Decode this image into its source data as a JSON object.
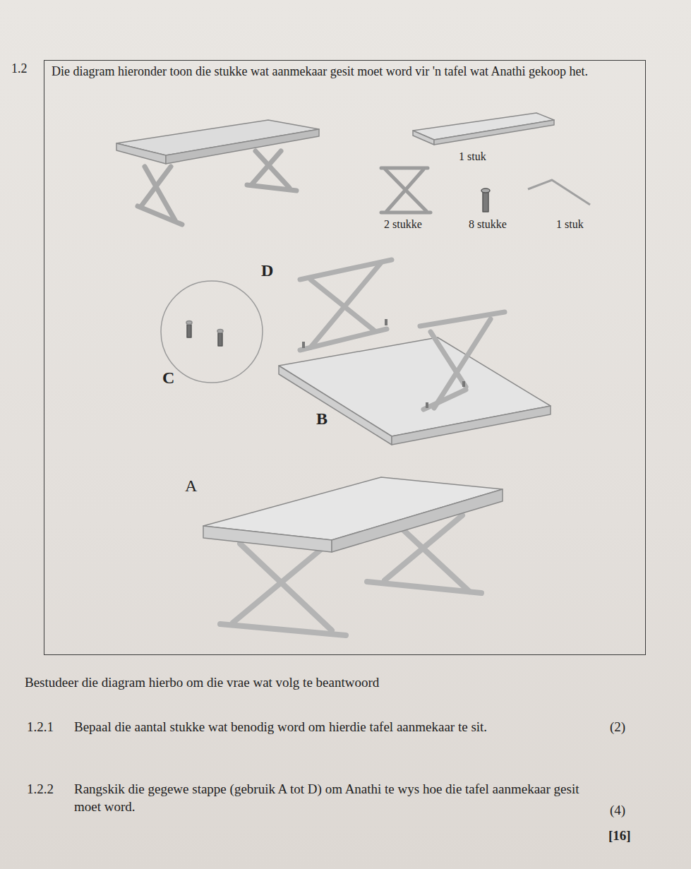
{
  "diagram": {
    "nodes": [
      {
        "text": [
          "Die diagram hieronder toon die stukke wat aanmekaar gesit moet word vir 'n tafel wat Anathi gekoop het."
        ]
      }
    ],
    "labels": [
      "1.2",
      "1 stuk",
      "2 stukke",
      "8 stukke",
      "1 stuk",
      "D",
      "C",
      "B",
      "A",
      "Bestudeer die diagram hierbo om die vrae wat volg te beantwoord",
      "1.2.1",
      "Bepaal die aantal stukke wat benodig word om hierdie tafel aanmekaar te sit.",
      "(2)",
      "1.2.2",
      "Rangskik die gegewe stappe (gebruik A tot D) om Anathi te wys hoe die tafel aanmekaar gesit moet word.",
      "(4)",
      "[16]"
    ]
  }
}
